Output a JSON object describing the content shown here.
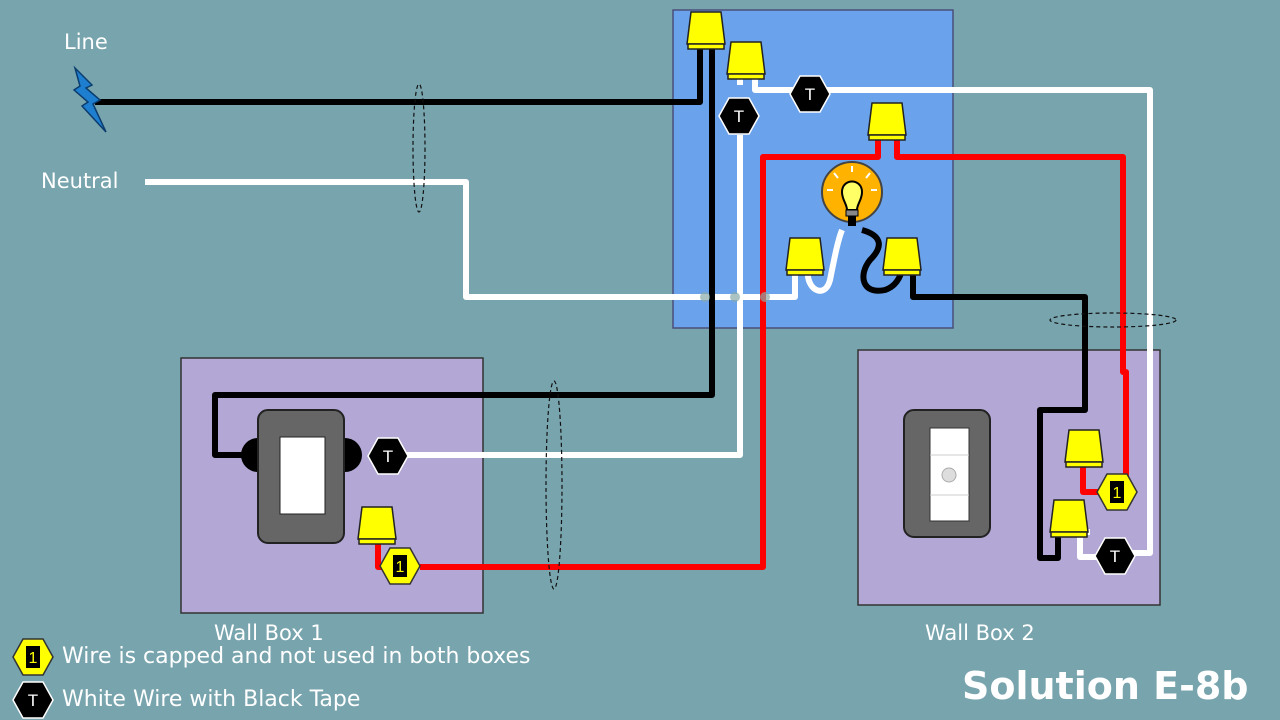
{
  "labels": {
    "line": "Line",
    "neutral": "Neutral",
    "wall_box_1": "Wall Box 1",
    "wall_box_2": "Wall Box 2",
    "title": "Solution E-8b"
  },
  "legend": [
    {
      "symbol": "1",
      "text": "Wire is capped and not used in both boxes"
    },
    {
      "symbol": "T",
      "text": "White Wire with Black Tape"
    }
  ],
  "markers": {
    "tape": "T",
    "capped": "1"
  },
  "colors": {
    "background": "#78a4ae",
    "ceiling_box": "#6aa2ec",
    "wall_box": "#b3a7d5",
    "hot_wire": "#000000",
    "neutral_wire": "#ffffff",
    "traveler_wire": "#ff0000",
    "wire_nut": "#ffff00",
    "lightning": "#1e7fd0"
  },
  "icons": [
    "lightning-icon",
    "light-bulb-icon",
    "toggle-switch-icon",
    "dimmer-switch-icon",
    "wire-nut-icon"
  ]
}
